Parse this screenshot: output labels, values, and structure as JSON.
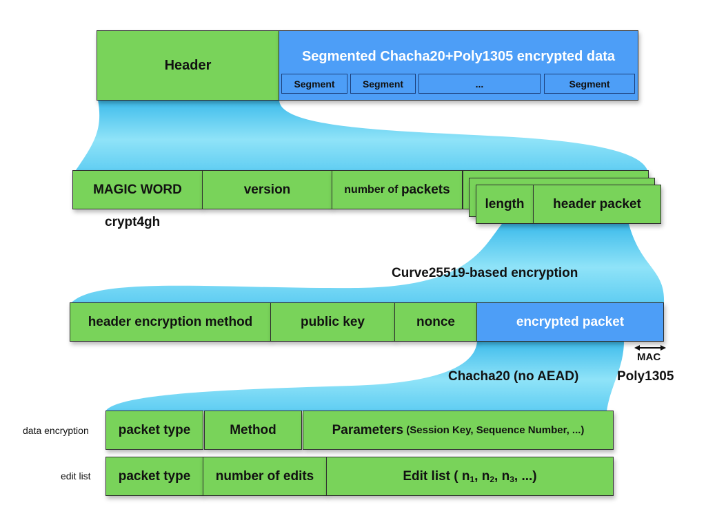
{
  "row1": {
    "header": "Header",
    "data_title": "Segmented Chacha20+Poly1305 encrypted data",
    "segments": [
      "Segment",
      "Segment",
      "...",
      "Segment"
    ]
  },
  "row2": {
    "magic_word": "MAGIC WORD",
    "magic_caption": "crypt4gh",
    "version": "version",
    "number_of": "number of ",
    "packets": "packets",
    "length": "length",
    "header_packet": "header packet"
  },
  "curve_label": "Curve25519-based encryption",
  "row3": {
    "method": "header encryption method",
    "public_key": "public key",
    "nonce": "nonce",
    "encrypted_packet": "encrypted packet",
    "mac": "MAC",
    "poly": "Poly1305",
    "chacha": "Chacha20 (no AEAD)"
  },
  "row4": {
    "side_label": "data encryption",
    "packet_type": "packet type",
    "method": "Method",
    "parameters": "Parameters",
    "parameters_detail": " (Session Key, Sequence Number, ...)"
  },
  "row5": {
    "side_label": "edit list",
    "packet_type": "packet type",
    "number_of_edits": "number of edits",
    "edit_list_prefix": "Edit list ( n",
    "sub1": "1",
    "sep1": ", n",
    "sub2": "2",
    "sep2": ", n",
    "sub3": "3",
    "edit_list_suffix": ", ...)"
  },
  "colors": {
    "green": "#79d35a",
    "blue": "#4d9ef7",
    "funnel": "#5dd0f0"
  }
}
